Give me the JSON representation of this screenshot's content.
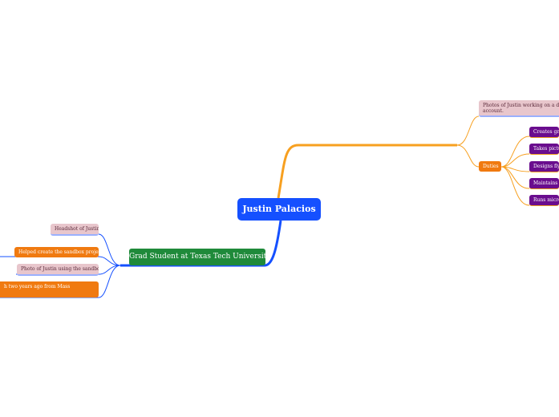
{
  "central": {
    "label": "Justin Palacios",
    "color": "#1550ff"
  },
  "left": {
    "label": "Grad Student at Texas Tech University",
    "color": "#1f8a3a",
    "children": [
      "Headshot of Justin",
      "Helped create the sandbox project.",
      "Photo of Justin using the sandbox",
      "h two years ago from Mass"
    ]
  },
  "right": {
    "photo_note": "Photos of Justin working on a desi\naccount.",
    "duties": "Duties",
    "duty_items": [
      "Creates gra",
      "Takes pictu",
      "Designs fly",
      "Maintains s",
      "Runs micro"
    ]
  }
}
